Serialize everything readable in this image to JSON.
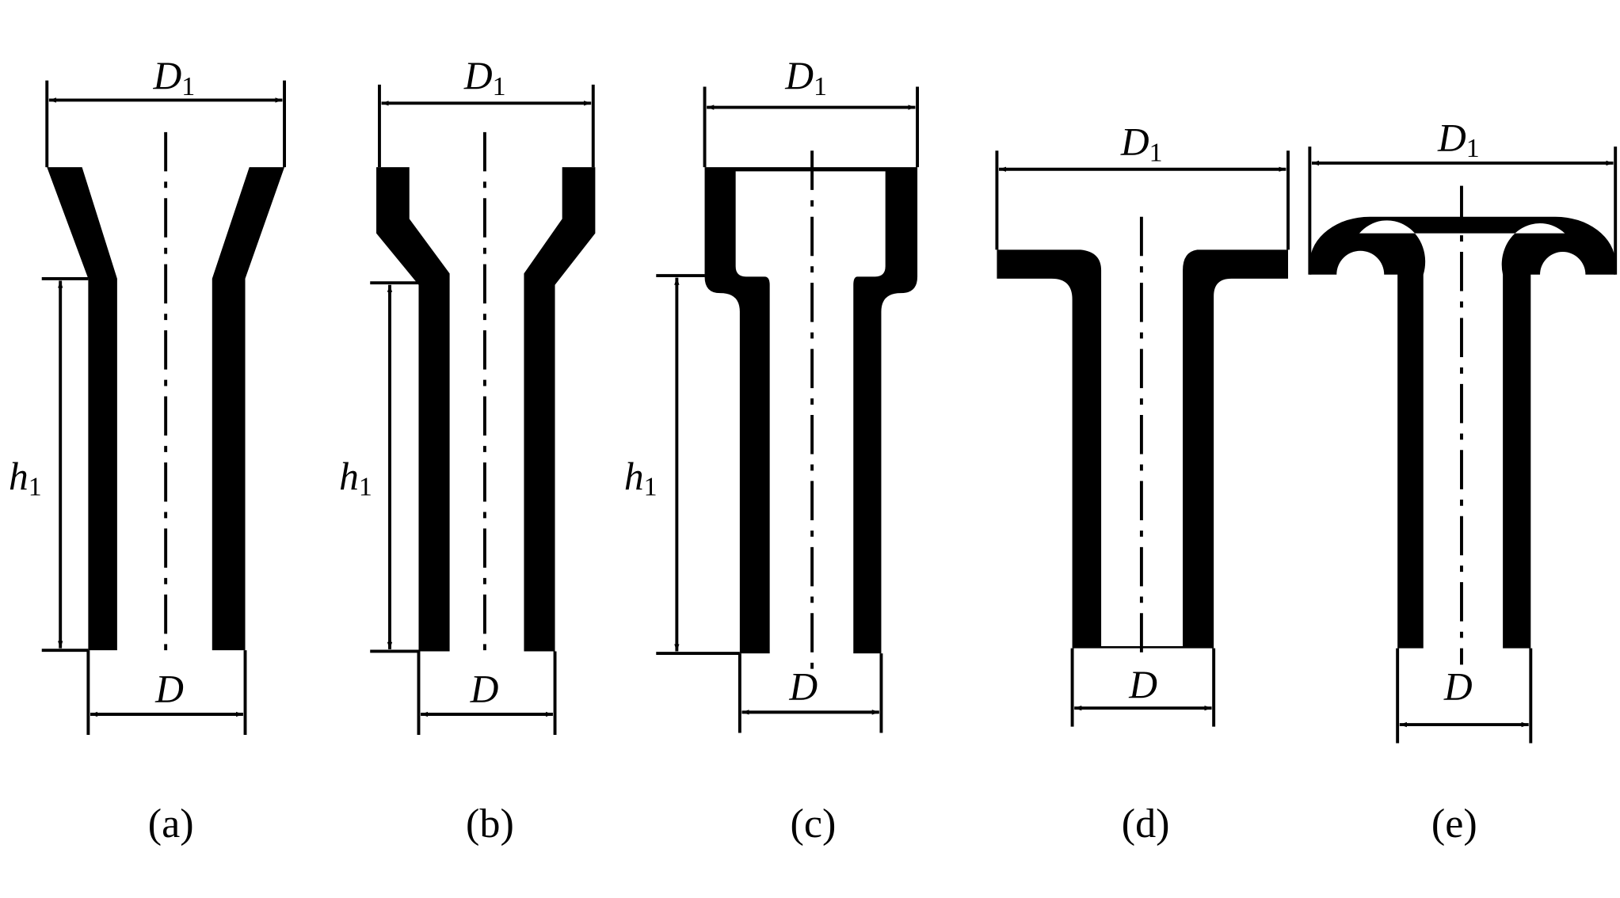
{
  "diagram": {
    "panels": [
      {
        "id": "a",
        "caption": "(a)",
        "top_label": "D",
        "top_sub": "1",
        "bottom_label": "D",
        "height_label": "h",
        "height_sub": "1"
      },
      {
        "id": "b",
        "caption": "(b)",
        "top_label": "D",
        "top_sub": "1",
        "bottom_label": "D",
        "height_label": "h",
        "height_sub": "1"
      },
      {
        "id": "c",
        "caption": "(c)",
        "top_label": "D",
        "top_sub": "1",
        "bottom_label": "D",
        "height_label": "h",
        "height_sub": "1"
      },
      {
        "id": "d",
        "caption": "(d)",
        "top_label": "D",
        "top_sub": "1",
        "bottom_label": "D"
      },
      {
        "id": "e",
        "caption": "(e)",
        "top_label": "D",
        "top_sub": "1",
        "bottom_label": "D"
      }
    ],
    "colors": {
      "ink": "#000000",
      "paper": "#ffffff"
    }
  }
}
